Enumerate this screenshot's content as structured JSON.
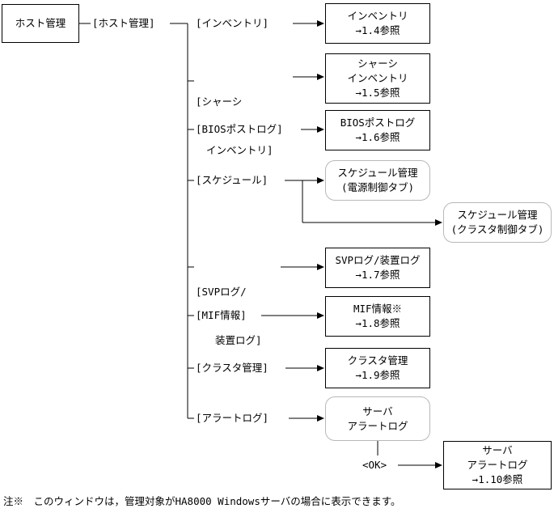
{
  "root": {
    "label": "ホスト管理"
  },
  "menu": {
    "label": "[ホスト管理]"
  },
  "items": [
    {
      "label": "[インベントリ]",
      "box_lines": [
        "インベントリ",
        "→1.4参照"
      ]
    },
    {
      "label_lines": [
        "[シャーシ",
        "インベントリ]"
      ],
      "box_lines": [
        "シャーシ",
        "インベントリ",
        "→1.5参照"
      ]
    },
    {
      "label": "[BIOSポストログ]",
      "box_lines": [
        "BIOSポストログ",
        "→1.6参照"
      ]
    },
    {
      "label": "[スケジュール]",
      "box_lines": [
        "スケジュール管理",
        "(電源制御タブ)"
      ],
      "box2_lines": [
        "スケジュール管理",
        "(クラスタ制御タブ)"
      ]
    },
    {
      "label_lines": [
        "[SVPログ/",
        "装置ログ]"
      ],
      "box_lines": [
        "SVPログ/装置ログ",
        "→1.7参照"
      ]
    },
    {
      "label": "[MIF情報]",
      "box_lines": [
        "MIF情報※",
        "→1.8参照"
      ]
    },
    {
      "label": "[クラスタ管理]",
      "box_lines": [
        "クラスタ管理",
        "→1.9参照"
      ]
    },
    {
      "label": "[アラートログ]",
      "box_lines": [
        "サーバ",
        "アラートログ"
      ]
    }
  ],
  "ok": {
    "label": "<OK>",
    "box_lines": [
      "サーバ",
      "アラートログ",
      "→1.10参照"
    ]
  },
  "footnote": "注※　このウィンドウは，管理対象がHA8000 Windowsサーバの場合に表示できます。"
}
